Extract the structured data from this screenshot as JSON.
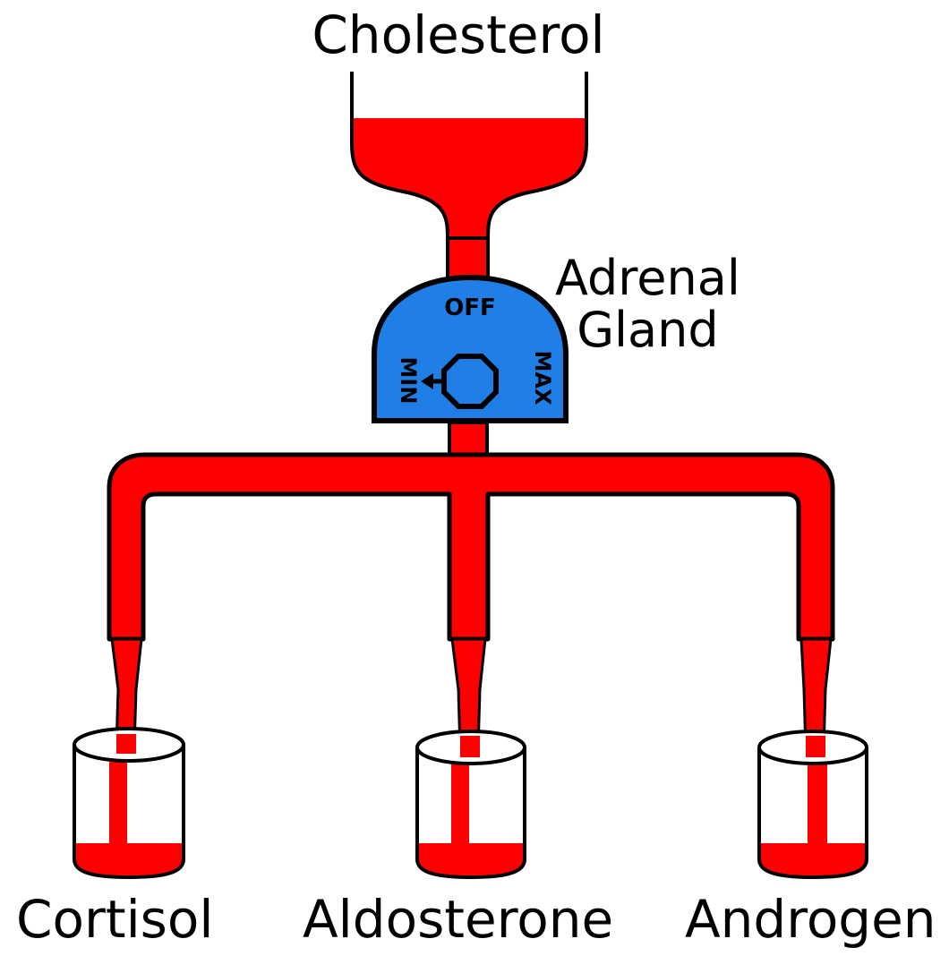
{
  "source": {
    "label": "Cholesterol"
  },
  "gland": {
    "label_line1": "Adrenal",
    "label_line2": "Gland",
    "dial": {
      "off": "OFF",
      "min": "MIN",
      "max": "MAX"
    }
  },
  "outputs": [
    {
      "label": "Cortisol"
    },
    {
      "label": "Aldosterone"
    },
    {
      "label": "Androgen"
    }
  ],
  "colors": {
    "fluid": "#ff0000",
    "gland": "#1f7fe6",
    "outline": "#000000",
    "background": "#ffffff"
  }
}
